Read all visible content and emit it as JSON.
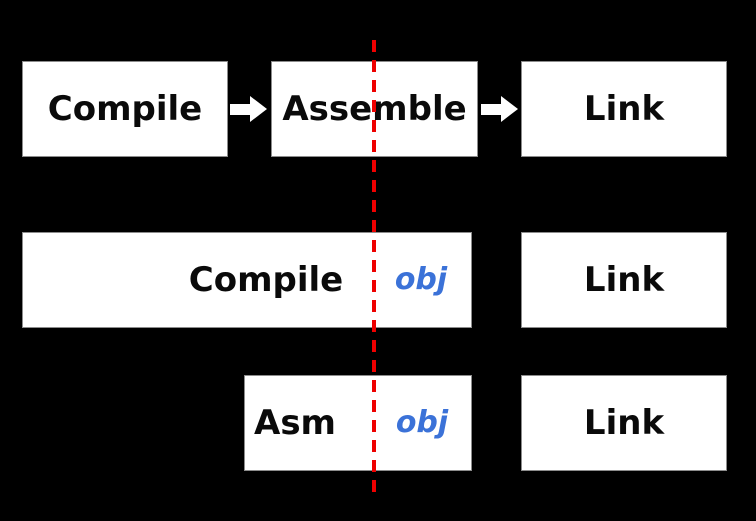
{
  "colors": {
    "background": "#000000",
    "box_fill": "#ffffff",
    "box_border": "#8c8c8c",
    "label_text": "#0a0a0a",
    "obj_text": "#3b72d8",
    "arrow_fill": "#ffffff",
    "divider": "#ee0000"
  },
  "rows": {
    "top": {
      "compile": "Compile",
      "assemble": "Assemble",
      "link": "Link"
    },
    "middle": {
      "compile": "Compile",
      "obj": "obj",
      "link": "Link"
    },
    "bottom": {
      "asm": "Asm",
      "obj": "obj",
      "link": "Link"
    }
  }
}
